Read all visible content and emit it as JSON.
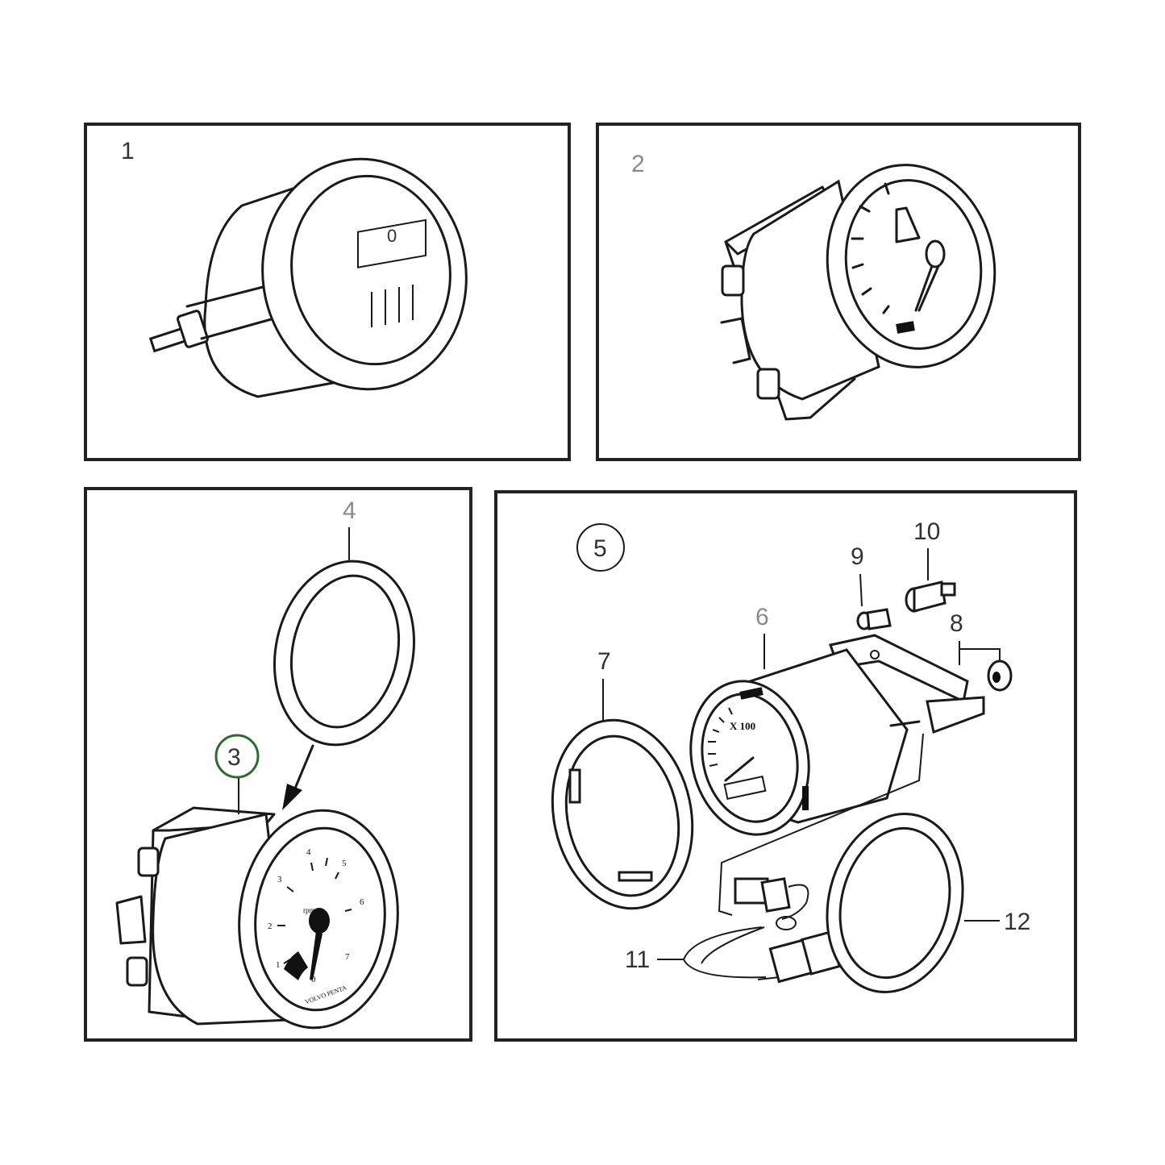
{
  "panels": [
    {
      "id": "panel-1",
      "label": "1"
    },
    {
      "id": "panel-2",
      "label": "2"
    },
    {
      "id": "panel-3",
      "callouts": [
        "3",
        "4"
      ]
    },
    {
      "id": "panel-4",
      "callouts": [
        "5",
        "6",
        "7",
        "8",
        "9",
        "10",
        "11",
        "12"
      ]
    }
  ],
  "callouts": {
    "c1": "1",
    "c2": "2",
    "c3": "3",
    "c4": "4",
    "c5": "5",
    "c6": "6",
    "c7": "7",
    "c8": "8",
    "c9": "9",
    "c10": "10",
    "c11": "11",
    "c12": "12"
  },
  "gauge_faces": {
    "hour_meter_display": "0",
    "tacho_ticks": [
      "0",
      "1",
      "2",
      "3",
      "4",
      "5",
      "6",
      "7"
    ],
    "tacho_unit": "rpm",
    "tacho_brand": "VOLVO PENTA",
    "tacho6_scale": "X 100"
  },
  "colors": {
    "callout_3_ring": "#2e6b2e",
    "line": "#1a1a1a",
    "panel_border": "#222222",
    "grey_label": "#8a8a8a"
  }
}
